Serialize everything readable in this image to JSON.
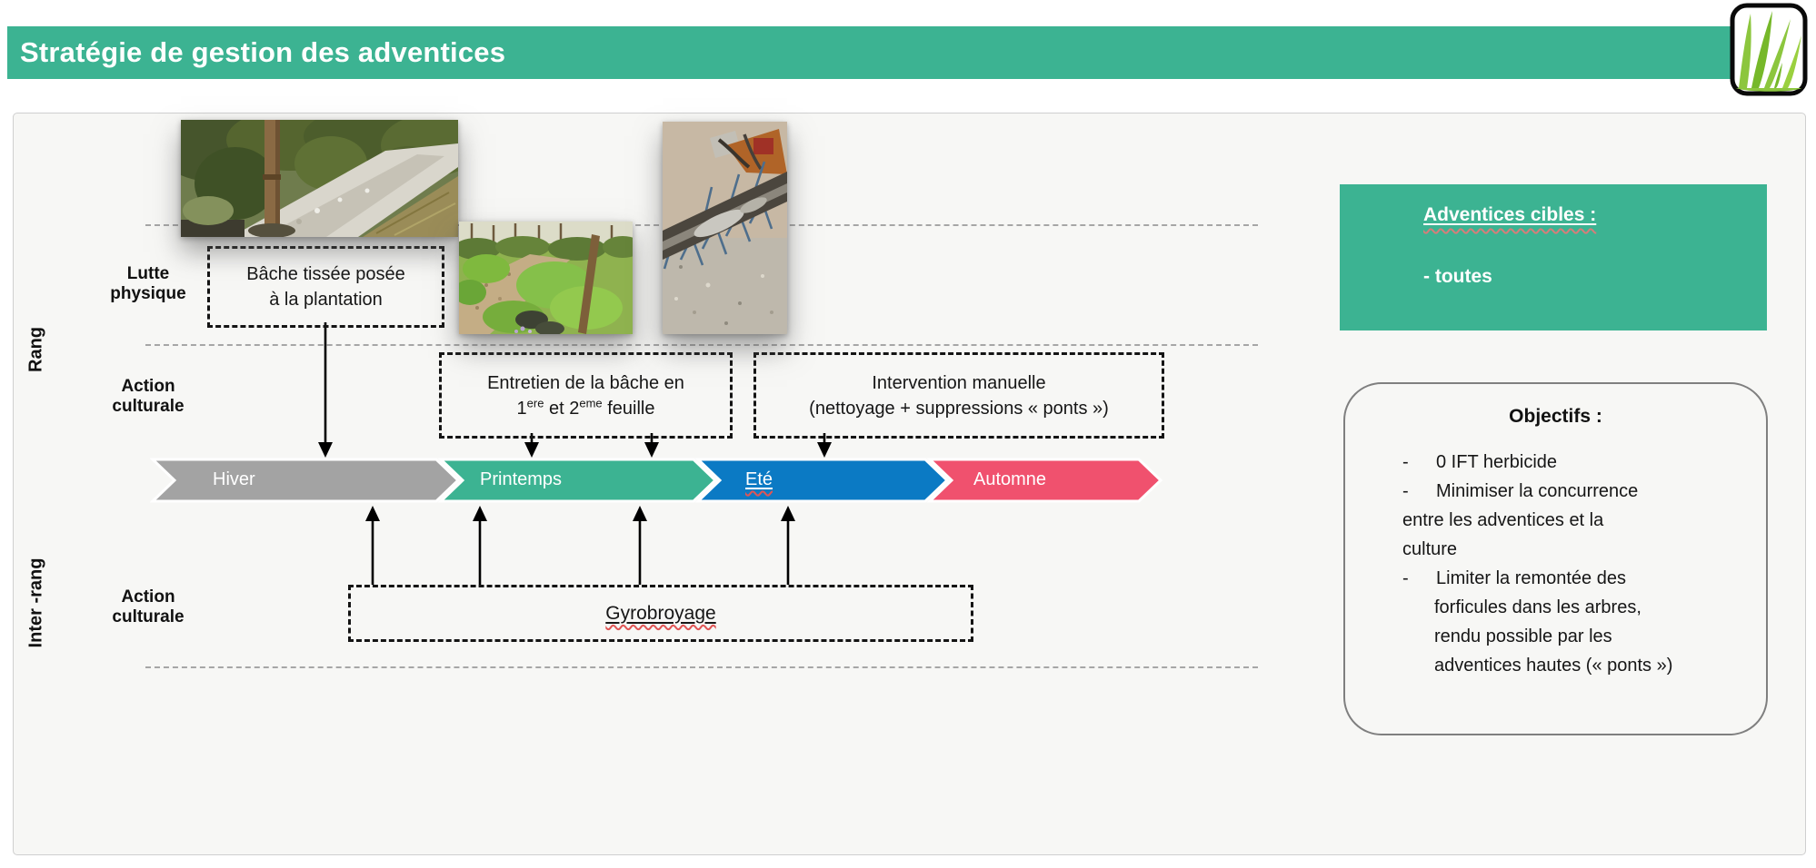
{
  "header": {
    "title": "Stratégie de gestion des adventices"
  },
  "logo": {
    "icon": "grass-logo"
  },
  "row_labels": {
    "rang": "Rang",
    "inter_rang": "Inter -rang"
  },
  "section_labels": {
    "lutte_physique": "Lutte physique",
    "action_culturale_rang": "Action culturale",
    "action_culturale_inter_rang": "Action culturale"
  },
  "annotations": {
    "bache": {
      "line1": "Bâche tissée posée",
      "line2": "à la plantation"
    },
    "entretien": {
      "line1": "Entretien de la bâche en",
      "line2_part1": "1",
      "line2_sup1": "ere",
      "line2_part2": " et 2",
      "line2_sup2": "eme",
      "line2_part3": " feuille"
    },
    "intervention": {
      "line1": "Intervention manuelle",
      "line2": "(nettoyage + suppressions « ponts »)"
    },
    "gyrobroyage": "Gyrobroyage"
  },
  "timeline": {
    "seasons": [
      {
        "label": "Hiver",
        "color": "#a3a3a3"
      },
      {
        "label": "Printemps",
        "color": "#3cb392"
      },
      {
        "label": "Eté",
        "color": "#0b7ac4"
      },
      {
        "label": "Automne",
        "color": "#f0516e"
      }
    ]
  },
  "adventices_cibles": {
    "title": "Adventices cibles :",
    "item": "- toutes",
    "bg_color": "#3cb392"
  },
  "objectifs": {
    "title": "Objectifs :",
    "dash": "-",
    "lines": [
      {
        "type": "bullet",
        "text": "0 IFT herbicide"
      },
      {
        "type": "bullet",
        "text": "Minimiser la concurrence"
      },
      {
        "type": "cont",
        "text": "entre les adventices et la"
      },
      {
        "type": "cont",
        "text": "culture"
      },
      {
        "type": "bullet",
        "text": "Limiter la remontée des"
      },
      {
        "type": "cont_indent",
        "text": "forficules dans les arbres,"
      },
      {
        "type": "cont_indent",
        "text": "rendu possible par les"
      },
      {
        "type": "cont_indent",
        "text": "adventices hautes (« ponts »)"
      }
    ]
  },
  "photos": [
    {
      "name": "orchard-row-with-woven-fabric"
    },
    {
      "name": "weedy-tree-row"
    },
    {
      "name": "mechanical-weeder-tines"
    }
  ],
  "colors": {
    "header_bg": "#3cb392",
    "panel_bg": "#f7f7f5",
    "dashed_line": "#a6a6a6",
    "arrow": "#000000",
    "objectifs_border": "#7f7f7f"
  }
}
